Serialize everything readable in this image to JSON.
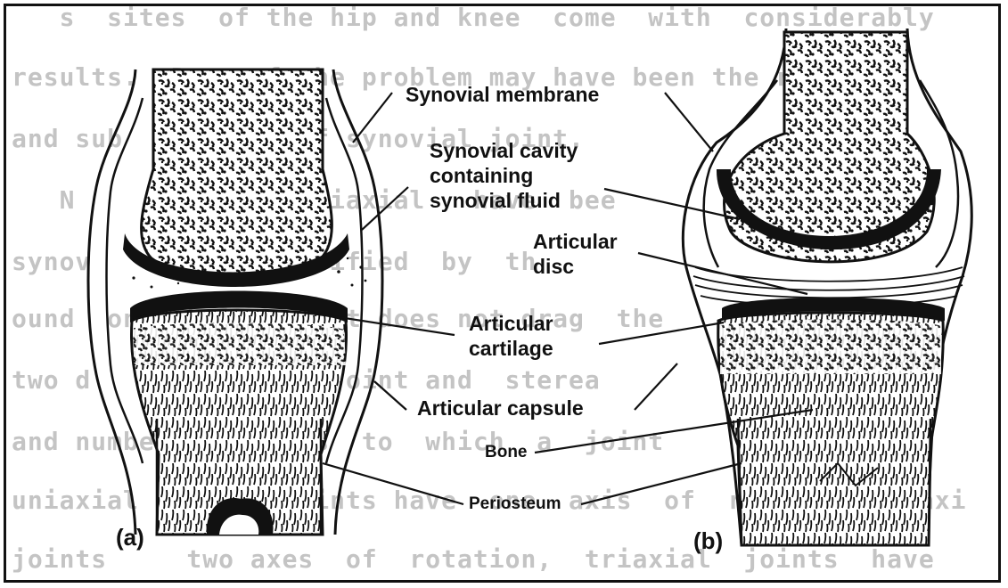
{
  "background_text": [
    "   s  sites  of the hip and knee  come  with  considerably",
    "results.  Part of the problem may have been the recogniz",
    "and sub     types of synovial joint.",
    "   N              uniaxial   have  bee",
    "synov          classified  by  th",
    "ound  on  the       it does not drag  the",
    "two d       of the  joint and  sterea",
    "and number  of  axes  to  which  a  joint",
    "uniaxial         joints have  one  axis  of  rotation  biaxi",
    "joints     two axes  of  rotation,  triaxial  joints  have"
  ],
  "labels": {
    "synovial_membrane": "Synovial membrane",
    "synovial_cavity": [
      "Synovial cavity",
      "containing",
      "synovial fluid"
    ],
    "articular_disc": [
      "Articular",
      "disc"
    ],
    "articular_cartilage": [
      "Articular",
      "cartilage"
    ],
    "articular_capsule": "Articular capsule",
    "bone": "Bone",
    "periosteum": "Periosteum",
    "panel_a": "(a)",
    "panel_b": "(b)"
  },
  "colors": {
    "ink": "#111111",
    "bg_text": "#c4c4c4",
    "bone_fill": "#ffffff"
  }
}
